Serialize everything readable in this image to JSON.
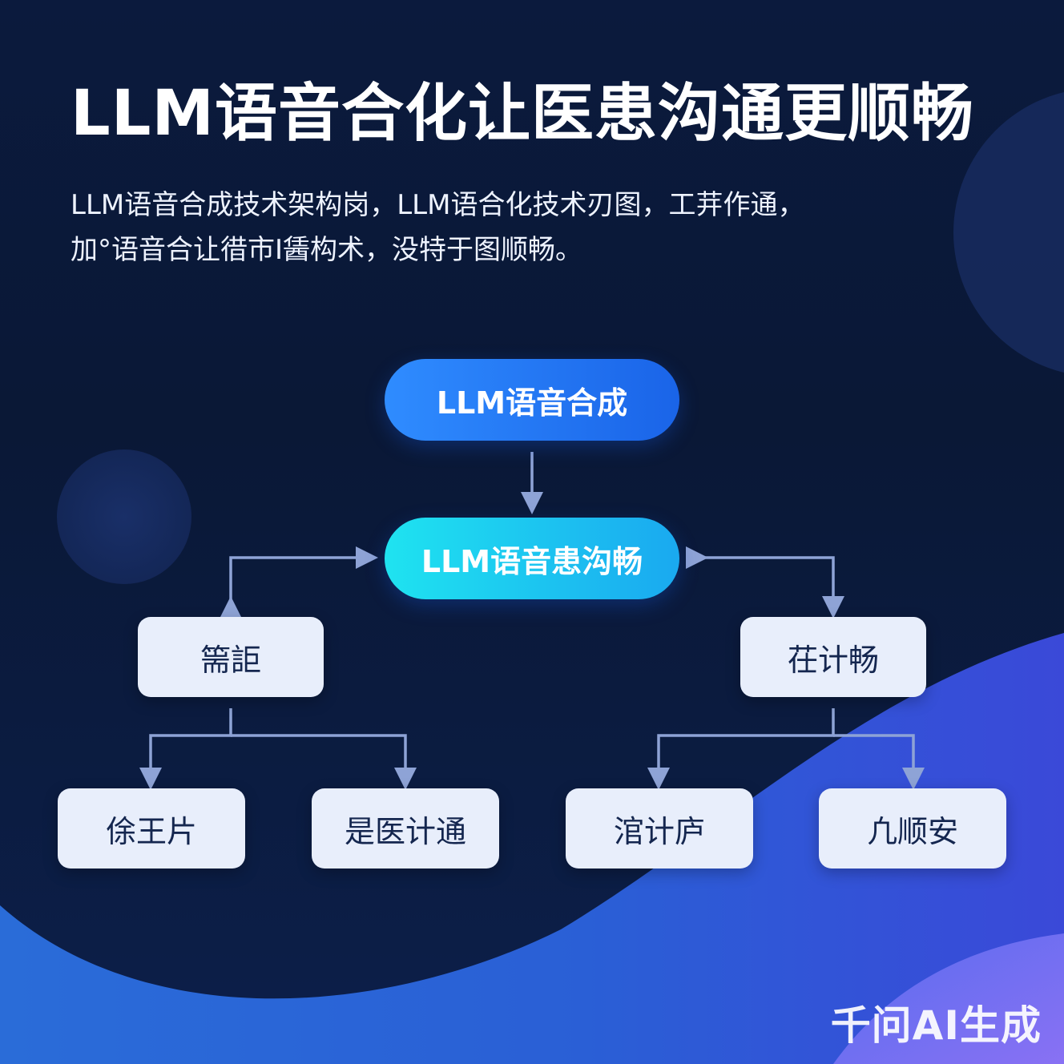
{
  "title": "LLM语音合化让医患沟通更顺畅",
  "subtitle": {
    "line1": "LLM语音合成技术架构岗，LLM语合化技术刃图，工茾作通，",
    "line2": "加°语音合让徣市⁠I䣸构术，没特于图顺畅。"
  },
  "diagram": {
    "root": "LLM语音合成",
    "center": "LLM语音患沟畅",
    "left": {
      "label": "篅詎",
      "children": [
        "俆王片",
        "是医计通"
      ]
    },
    "right": {
      "label": "茌计畅",
      "children": [
        "涫计庐",
        "凢顺安"
      ]
    }
  },
  "watermark": "千问AI生成",
  "colors": {
    "background": "#0b1a3d",
    "root_node": "#2f8cff",
    "center_node": "#1fe3f0",
    "light_node": "#e8eefb",
    "connector": "#8ea3d6",
    "wave": "#2f6fe0"
  }
}
